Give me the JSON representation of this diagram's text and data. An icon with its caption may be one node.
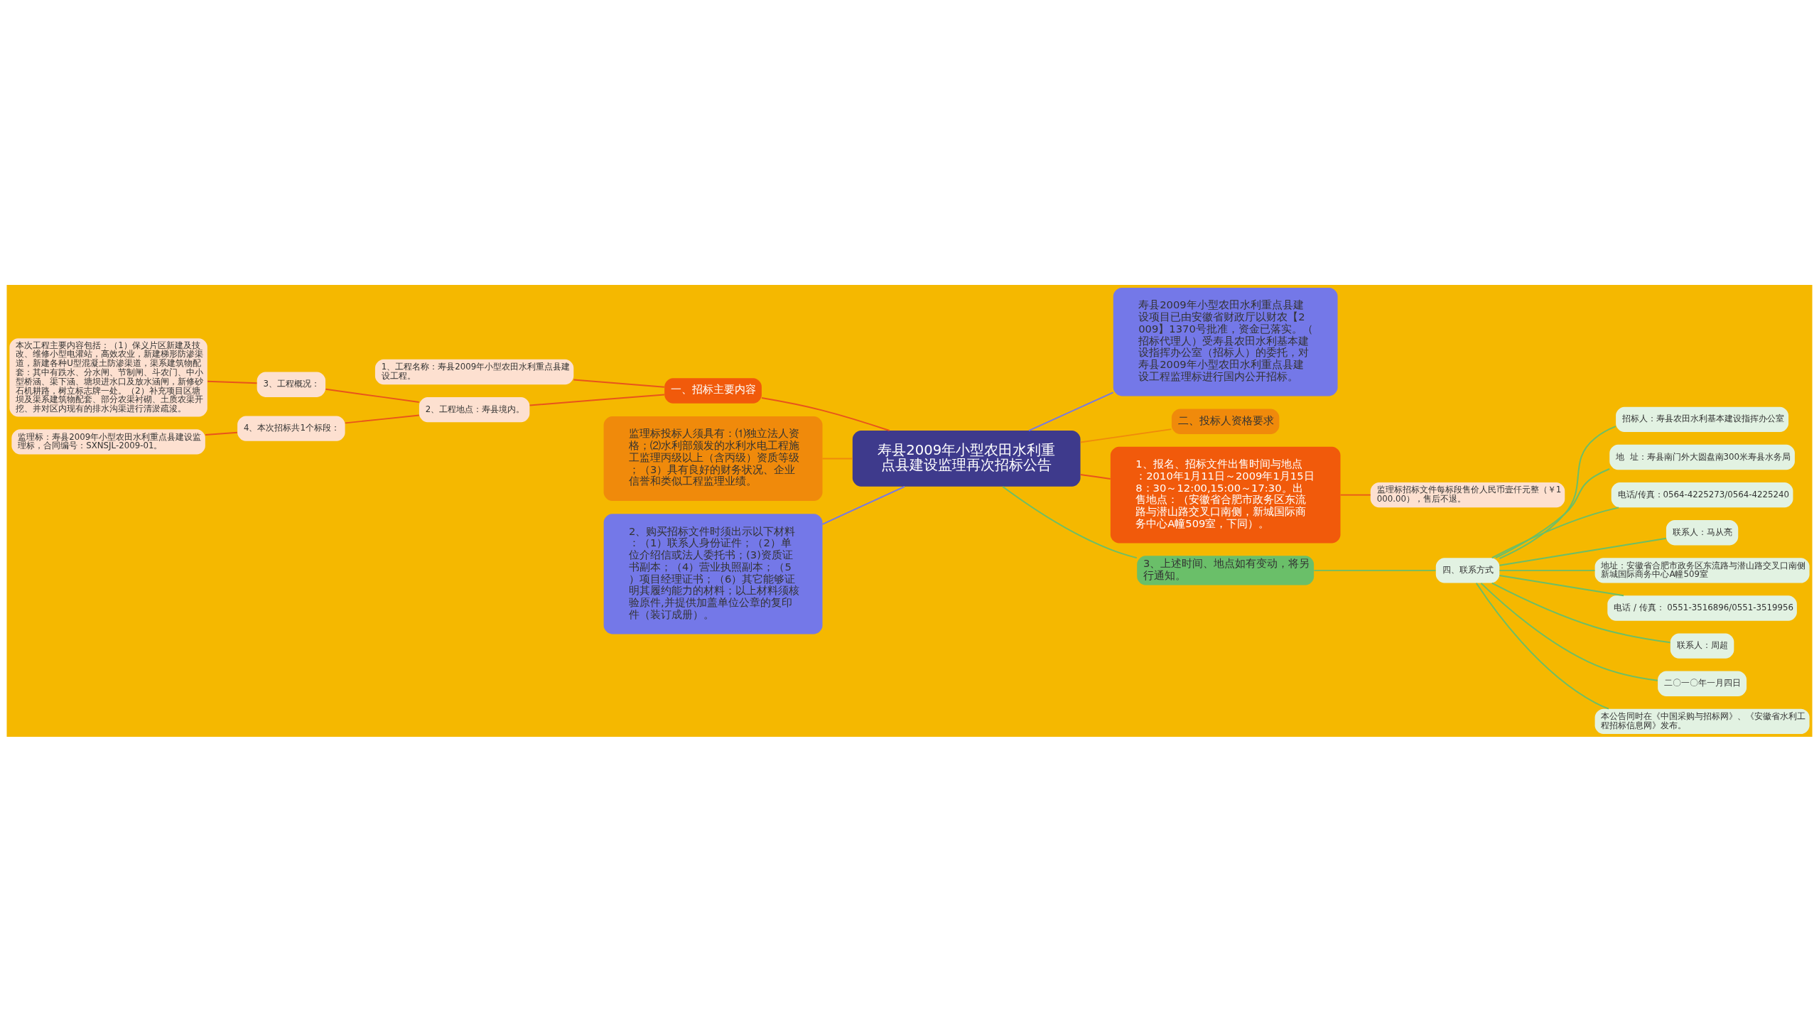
{
  "diagram": {
    "nodes": [
      {
        "text": [
          "寿县2009年小型农田水利重点县建设监理再次招标公告"
        ]
      },
      {
        "text": [
          "一、招标主要内容"
        ]
      },
      {
        "text": [
          "1、工程名称：寿县2009年小型农田水利重点县建设工程。"
        ]
      },
      {
        "text": [
          "2、工程地点：寿县境内。"
        ]
      },
      {
        "text": [
          "3、工程概况："
        ]
      },
      {
        "text": [
          "本次工程主要内容包括：（1）保义片区新建及技改、维修小型电灌站，高效农业，新建梯形防渗渠道，新建各种U型混凝土防渗渠道，渠系建筑物配套：其中有跌水、分水闸、节制闸、斗农门、中小型桥涵、渠下涵、塘坝进水口及放水涵闸，新修砂石机耕路，树立标志牌一处。（2）补充项目区塘坝及渠系建筑物配套、部分农渠衬砌、土质农渠开挖、并对区内现有的排水沟渠进行清淤疏浚。"
        ]
      },
      {
        "text": [
          "4、本次招标共1个标段："
        ]
      },
      {
        "text": [
          "监理标：寿县2009年小型农田水利重点县建设监理标，合同编号：SXNSJL-2009-01。"
        ]
      },
      {
        "text": [
          "监理标投标人须具有：⑴独立法人资格；⑵水利部颁发的水利水电工程施工监理丙级以上（含丙级）资质等级；（3）具有良好的财务状况、企业信誉和类似工程监理业绩。"
        ]
      },
      {
        "text": [
          "2、购买招标文件时须出示以下材料：（1）联系人身份证件；（2）单位介绍信或法人委托书；(3)资质证书副本；（4）营业执照副本；（5）项目经理证书；（6）其它能够证明其履约能力的材料；以上材料须核验原件,并提供加盖单位公章的复印件（装订成册）。"
        ]
      },
      {
        "text": [
          "寿县2009年小型农田水利重点县建设项目已由安徽省财政厅以财农【2009】1370号批准，资金已落实。（招标代理人）受寿县农田水利基本建设指挥办公室（招标人）的委托，对寿县2009年小型农田水利重点县建设工程监理标进行国内公开招标。"
        ]
      },
      {
        "text": [
          "二、投标人资格要求"
        ]
      },
      {
        "text": [
          "1、报名、招标文件出售时间与地点：2010年1月11日～2009年1月15日8：30～12:00,15:00～17:30。出售地点：（安徽省合肥市政务区东流路与潜山路交叉口南侧，新城国际商务中心A幢509室，下同）。"
        ]
      },
      {
        "text": [
          "监理标招标文件每标段售价人民币壹仟元整（￥1000.00），售后不退。"
        ]
      },
      {
        "text": [
          "3、上述时间、地点如有变动，将另行通知。"
        ]
      },
      {
        "text": [
          "四、联系方式"
        ]
      },
      {
        "text": [
          "招标人：寿县农田水利基本建设指挥办公室"
        ]
      },
      {
        "text": [
          "地  址：寿县南门外大圆盘南300米寿县水务局"
        ]
      },
      {
        "text": [
          "电话/传真：0564-4225273/0564-4225240"
        ]
      },
      {
        "text": [
          "联系人：马从亮"
        ]
      },
      {
        "text": [
          "地址：安徽省合肥市政务区东流路与潜山路交叉口南侧新城国际商务中心A幢509室"
        ]
      },
      {
        "text": [
          "电话 / 传真： 0551-3516896/0551-3519956"
        ]
      },
      {
        "text": [
          "联系人：周超"
        ]
      },
      {
        "text": [
          "二〇一〇年一月四日"
        ]
      },
      {
        "text": [
          "本公告同时在《中国采购与招标网》、《安徽省水利工程招标信息网》发布。"
        ]
      }
    ],
    "edges": [
      {
        "from": 0,
        "to": 1,
        "arrow": "none",
        "color": "#e8541c"
      },
      {
        "from": 1,
        "to": 2,
        "arrow": "none",
        "color": "#e8541c"
      },
      {
        "from": 1,
        "to": 3,
        "arrow": "none",
        "color": "#e8541c"
      },
      {
        "from": 3,
        "to": 4,
        "arrow": "none",
        "color": "#e8541c"
      },
      {
        "from": 4,
        "to": 5,
        "arrow": "none",
        "color": "#e8541c"
      },
      {
        "from": 3,
        "to": 6,
        "arrow": "none",
        "color": "#e8541c"
      },
      {
        "from": 6,
        "to": 7,
        "arrow": "none",
        "color": "#e8541c"
      },
      {
        "from": 0,
        "to": 8,
        "arrow": "none",
        "color": "#f08a0b"
      },
      {
        "from": 0,
        "to": 9,
        "arrow": "none",
        "color": "#7478e8"
      },
      {
        "from": 0,
        "to": 10,
        "arrow": "none",
        "color": "#7478e8"
      },
      {
        "from": 0,
        "to": 11,
        "arrow": "none",
        "color": "#f08a0b"
      },
      {
        "from": 0,
        "to": 12,
        "arrow": "none",
        "color": "#e8541c"
      },
      {
        "from": 12,
        "to": 13,
        "arrow": "none",
        "color": "#e8541c"
      },
      {
        "from": 0,
        "to": 14,
        "arrow": "none",
        "color": "#6abf69"
      },
      {
        "from": 14,
        "to": 15,
        "arrow": "none",
        "color": "#6abf69"
      },
      {
        "from": 15,
        "to": 16,
        "arrow": "none",
        "color": "#6abf69"
      },
      {
        "from": 15,
        "to": 17,
        "arrow": "none",
        "color": "#6abf69"
      },
      {
        "from": 15,
        "to": 18,
        "arrow": "none",
        "color": "#6abf69"
      },
      {
        "from": 15,
        "to": 19,
        "arrow": "none",
        "color": "#6abf69"
      },
      {
        "from": 15,
        "to": 20,
        "arrow": "none",
        "color": "#6abf69"
      },
      {
        "from": 15,
        "to": 21,
        "arrow": "none",
        "color": "#6abf69"
      },
      {
        "from": 15,
        "to": 22,
        "arrow": "none",
        "color": "#6abf69"
      },
      {
        "from": 15,
        "to": 23,
        "arrow": "none",
        "color": "#6abf69"
      },
      {
        "from": 15,
        "to": 24,
        "arrow": "none",
        "color": "#6abf69"
      }
    ]
  }
}
